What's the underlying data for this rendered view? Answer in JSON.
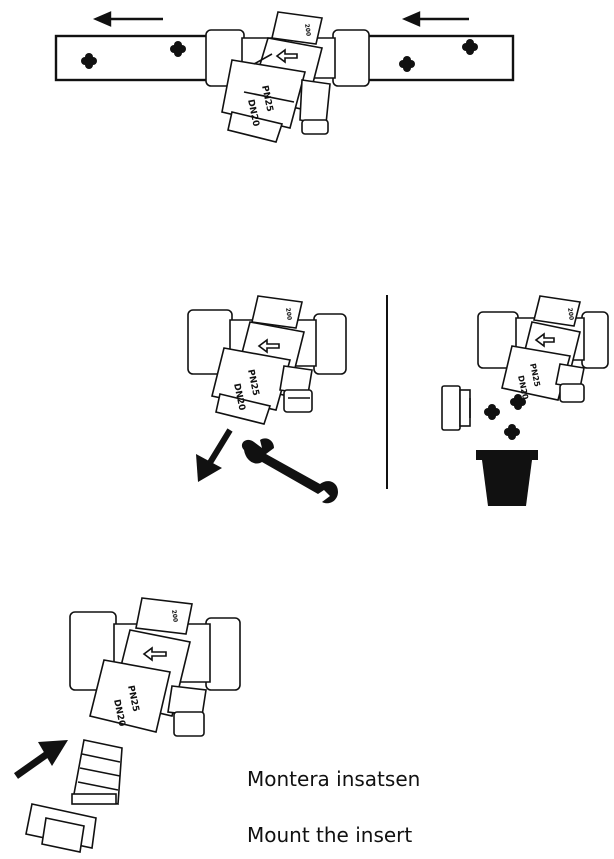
{
  "valve": {
    "marking_size": "DN20",
    "marking_pressure": "PN25",
    "marking_side": "200"
  },
  "captions": {
    "swedish": "Montera insatsen",
    "english": "Mount the insert"
  }
}
